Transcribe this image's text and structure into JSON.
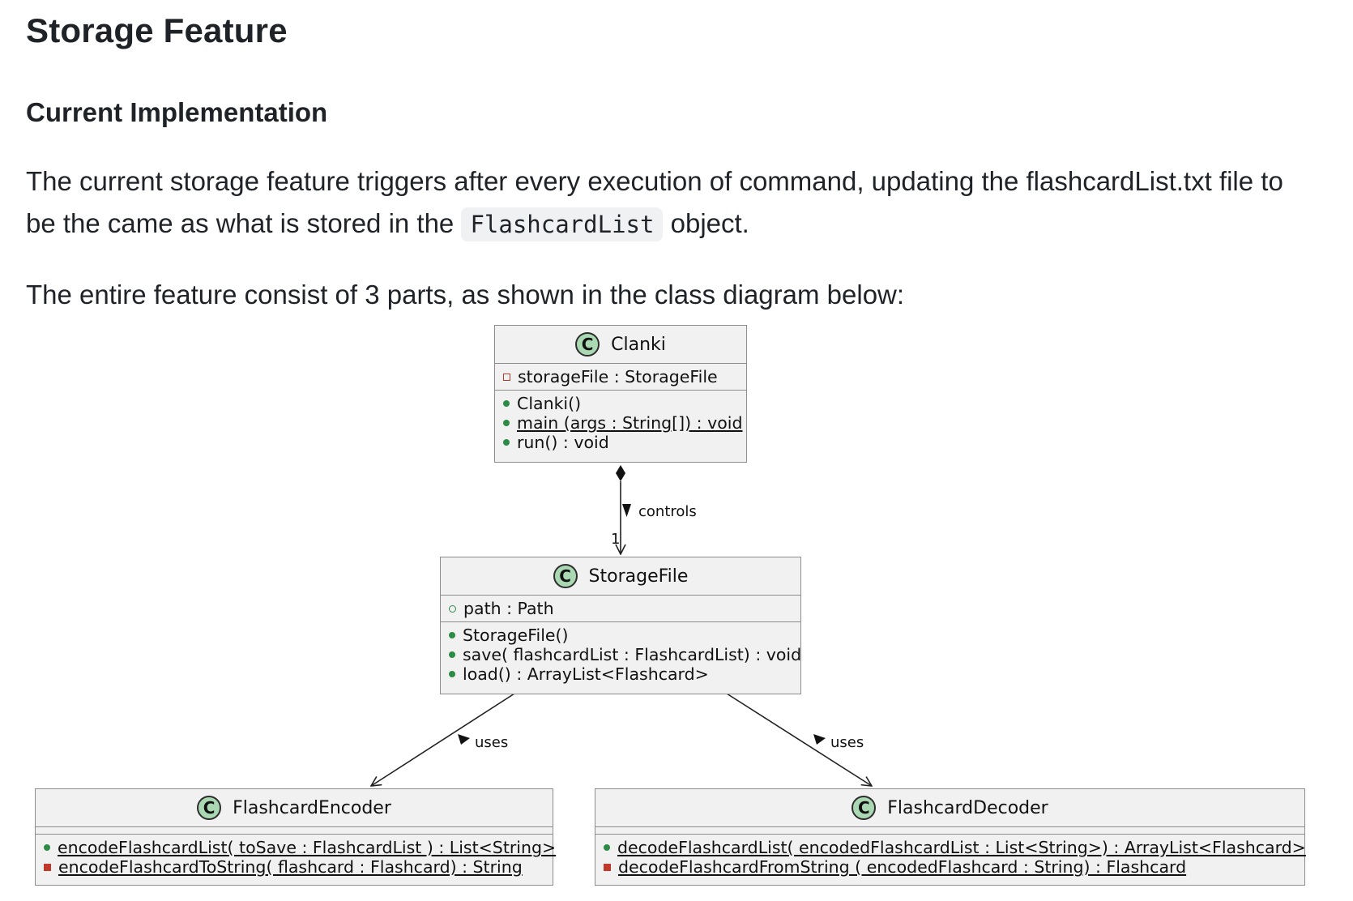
{
  "heading": "Storage Feature",
  "subheading": "Current Implementation",
  "paragraph1": {
    "before": "The current storage feature triggers after every execution of command, updating the flashcardList.txt file to be the came as what is stored in the",
    "code": "FlashcardList",
    "after": "object."
  },
  "paragraph2": "The entire feature consist of 3 parts, as shown in the class diagram below:",
  "diagram": {
    "classes": {
      "clanki": {
        "badge": "C",
        "name": "Clanki",
        "fields": [
          "storageFile : StorageFile"
        ],
        "methods": [
          "Clanki()",
          "main (args : String[]) : void",
          "run() : void"
        ]
      },
      "storagefile": {
        "badge": "C",
        "name": "StorageFile",
        "fields": [
          "path : Path"
        ],
        "methods": [
          "StorageFile()",
          "save( flashcardList : FlashcardList) : void",
          "load() : ArrayList<Flashcard>"
        ]
      },
      "encoder": {
        "badge": "C",
        "name": "FlashcardEncoder",
        "methods": [
          "encodeFlashcardList( toSave : FlashcardList ) : List<String>",
          "encodeFlashcardToString( flashcard : Flashcard) : String"
        ]
      },
      "decoder": {
        "badge": "C",
        "name": "FlashcardDecoder",
        "methods": [
          "decodeFlashcardList( encodedFlashcardList : List<String>) : ArrayList<Flashcard>",
          "decodeFlashcardFromString ( encodedFlashcard : String) : Flashcard"
        ]
      }
    },
    "edges": {
      "controls": {
        "label": "controls",
        "multiplicity": "1"
      },
      "uses_left": {
        "label": "uses"
      },
      "uses_right": {
        "label": "uses"
      }
    }
  }
}
